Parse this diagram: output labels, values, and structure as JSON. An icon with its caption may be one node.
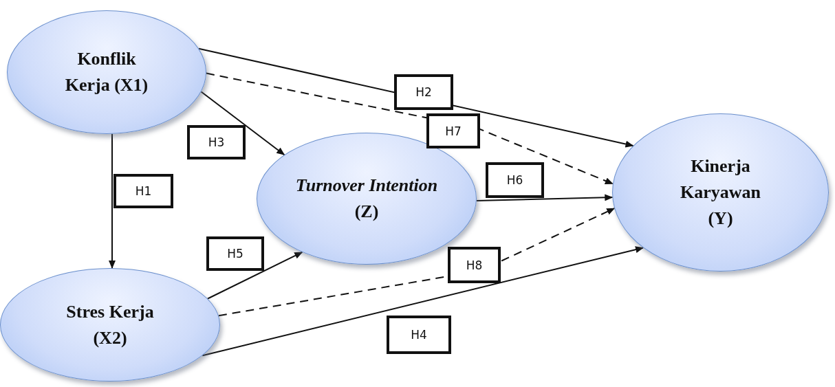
{
  "diagram": {
    "nodes": [
      {
        "text": [
          "Konflik Kerja (X1)"
        ]
      },
      {
        "text": [
          "*Turnover Intention* (Z)"
        ]
      },
      {
        "text": [
          "Kinerja Karyawan (Y)"
        ]
      },
      {
        "text": [
          "Stres Kerja (X2)"
        ]
      }
    ],
    "edges": [
      {
        "from": 0,
        "to": 3,
        "arrow": "to",
        "label": "H1"
      },
      {
        "from": 0,
        "to": 2,
        "arrow": "to",
        "label": "H2"
      },
      {
        "from": 0,
        "to": 1,
        "arrow": "to",
        "label": "H3"
      },
      {
        "from": 3,
        "to": 2,
        "arrow": "to",
        "label": "H4"
      },
      {
        "from": 3,
        "to": 1,
        "arrow": "to",
        "label": "H5"
      },
      {
        "from": 1,
        "to": 2,
        "arrow": "to",
        "label": "H6"
      },
      {
        "from": 0,
        "to": 2,
        "arrow": "to",
        "label": "H7",
        "style": "dashed"
      },
      {
        "from": 3,
        "to": 2,
        "arrow": "to",
        "label": "H8",
        "style": "dashed"
      }
    ]
  }
}
